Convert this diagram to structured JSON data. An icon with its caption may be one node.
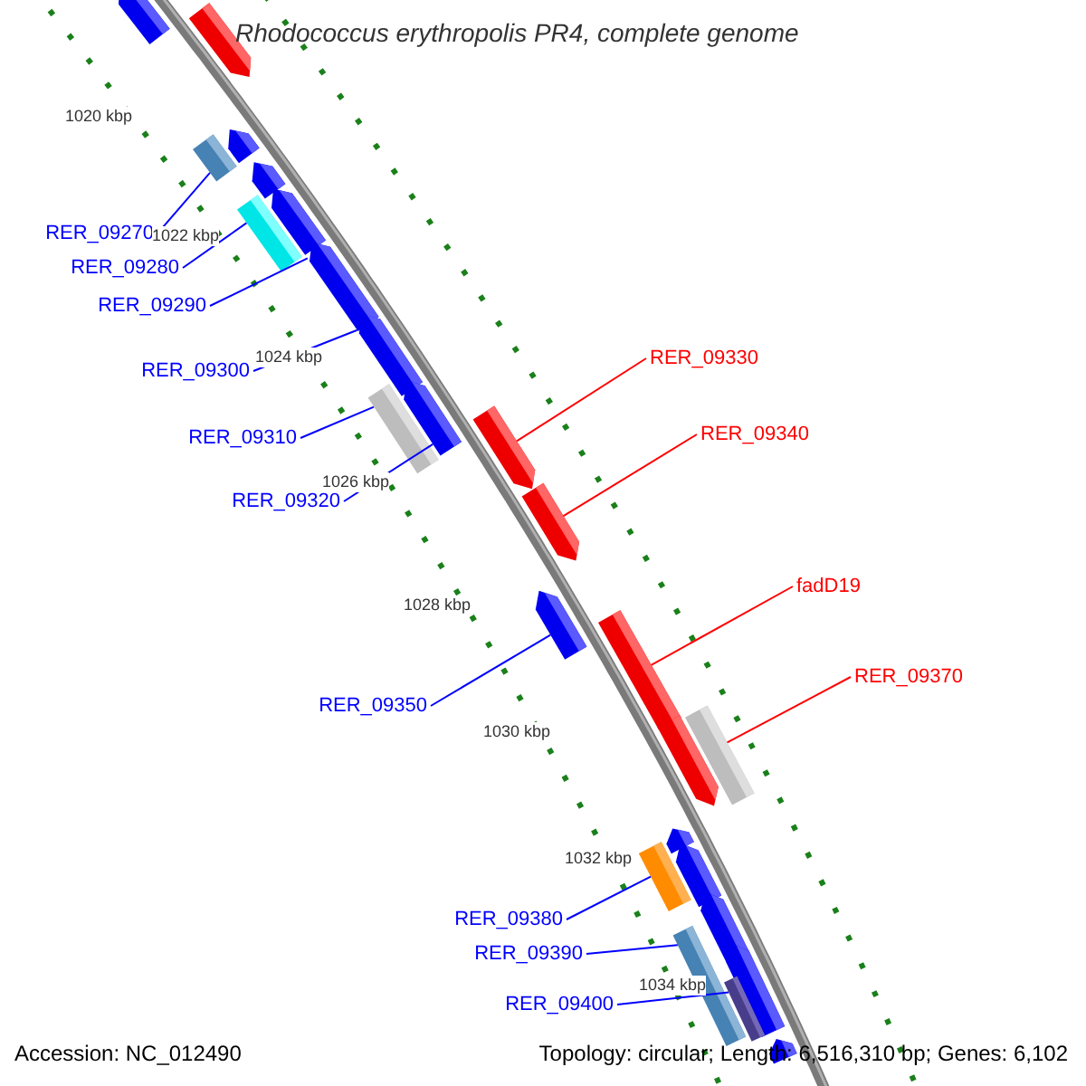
{
  "diagram": {
    "title": "Rhodococcus erythropolis PR4, complete genome",
    "nodes": [
      {
        "text": [],
        "shape": "pentagon"
      },
      {
        "text": [],
        "shape": "pentagon"
      },
      {
        "text": [],
        "shape": "box"
      },
      {
        "text": [],
        "shape": "pentagon"
      },
      {
        "text": [],
        "shape": "pentagon"
      },
      {
        "text": [],
        "shape": "box"
      },
      {
        "text": [],
        "shape": "pentagon"
      },
      {
        "text": [],
        "shape": "pentagon"
      },
      {
        "text": [],
        "shape": "pentagon"
      },
      {
        "text": [],
        "shape": "box"
      },
      {
        "text": [],
        "shape": "pentagon"
      },
      {
        "text": [],
        "shape": "pentagon"
      },
      {
        "text": [],
        "shape": "pentagon"
      },
      {
        "text": [],
        "shape": "pentagon"
      },
      {
        "text": [],
        "shape": "pentagon"
      },
      {
        "text": [],
        "shape": "pentagon"
      },
      {
        "text": [],
        "shape": "box"
      },
      {
        "text": [],
        "shape": "pentagon"
      },
      {
        "text": [],
        "shape": "box"
      },
      {
        "text": [],
        "shape": "pentagon"
      },
      {
        "text": [],
        "shape": "pentagon"
      },
      {
        "text": [],
        "shape": "box"
      },
      {
        "text": [],
        "shape": "pentagon"
      },
      {
        "text": [],
        "shape": "box"
      },
      {
        "text": [],
        "shape": "pentagon"
      },
      {
        "text": [
          "RER_09270"
        ]
      },
      {
        "text": [
          "RER_09280"
        ]
      },
      {
        "text": [
          "RER_09290"
        ]
      },
      {
        "text": [
          "RER_09330"
        ]
      },
      {
        "text": [
          "RER_09300"
        ]
      },
      {
        "text": [
          "RER_09340"
        ]
      },
      {
        "text": [
          "RER_09310"
        ]
      },
      {
        "text": [
          "RER_09320"
        ]
      },
      {
        "text": [
          "fadD19"
        ]
      },
      {
        "text": [
          "RER_09370"
        ]
      },
      {
        "text": [
          "RER_09350"
        ]
      },
      {
        "text": [
          "RER_09380"
        ]
      },
      {
        "text": [
          "RER_09390"
        ]
      },
      {
        "text": [
          "RER_09400"
        ]
      }
    ],
    "edges": [
      {
        "from": 25,
        "to": 2,
        "arrow": "none"
      },
      {
        "from": 26,
        "to": 5,
        "arrow": "none"
      },
      {
        "from": 27,
        "to": 7,
        "arrow": "none"
      },
      {
        "from": 28,
        "to": 11,
        "arrow": "none",
        "color": "#ff0000"
      },
      {
        "from": 29,
        "to": 8,
        "arrow": "none"
      },
      {
        "from": 30,
        "to": 12,
        "arrow": "none",
        "color": "#ff0000"
      },
      {
        "from": 31,
        "to": 9,
        "arrow": "none"
      },
      {
        "from": 32,
        "to": 10,
        "arrow": "none"
      },
      {
        "from": 33,
        "to": 14,
        "arrow": "none",
        "color": "#ff0000"
      },
      {
        "from": 34,
        "to": 16,
        "arrow": "none",
        "color": "#ff0000"
      },
      {
        "from": 35,
        "to": 13,
        "arrow": "none"
      },
      {
        "from": 36,
        "to": 18,
        "arrow": "none"
      },
      {
        "from": 37,
        "to": 21,
        "arrow": "none"
      },
      {
        "from": 38,
        "to": 23,
        "arrow": "none"
      }
    ],
    "labels": [
      "1020 kbp",
      "1022 kbp",
      "1024 kbp",
      "1026 kbp",
      "1028 kbp",
      "1030 kbp",
      "1032 kbp",
      "1034 kbp",
      "Accession: NC_012490",
      "Topology: circular; Length: 6,516,310 bp; Genes: 6,102"
    ]
  }
}
